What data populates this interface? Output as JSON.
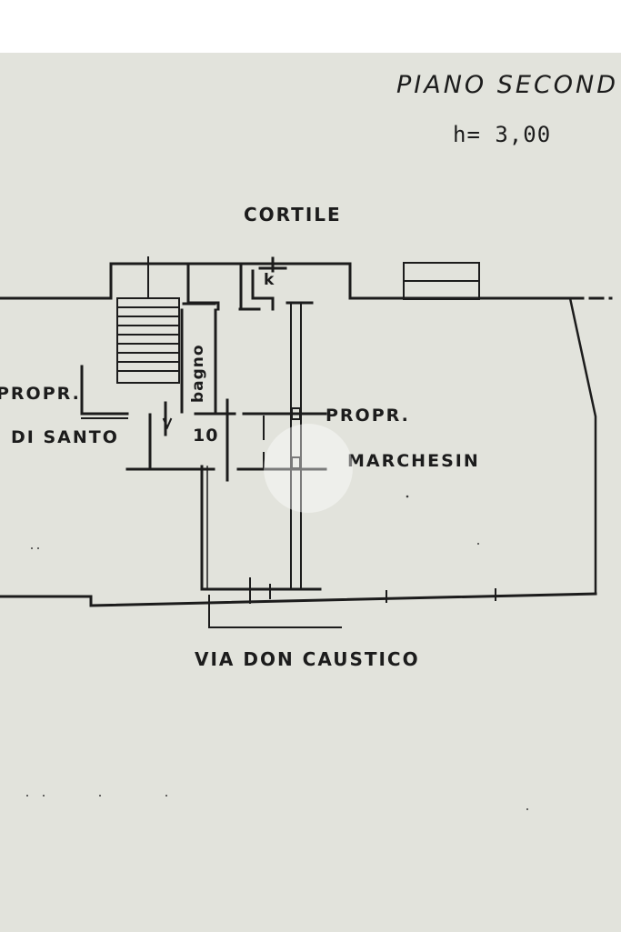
{
  "header": {
    "floor_title": "PIANO SECOND",
    "height_label": "h= 3,00"
  },
  "labels": {
    "courtyard": "CORTILE",
    "kitchen_mark": "k",
    "bathroom": "bagno",
    "unit_number": "10",
    "owner_left_line1": "PROPR.",
    "owner_left_line2": "DI SANTO",
    "owner_right_line1": "PROPR.",
    "owner_right_line2": "MARCHESIN",
    "street": "VIA DON CAUSTICO"
  },
  "colors": {
    "paper": "#e2e3dc",
    "ink": "#1c1c1c",
    "watermark": "#ffffff"
  }
}
